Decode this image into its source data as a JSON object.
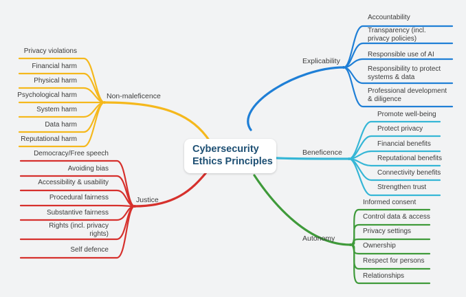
{
  "central_topic": {
    "line1": "Cybersecurity",
    "line2": "Ethics Principles"
  },
  "branches": {
    "explicability": {
      "label": "Explicability",
      "color": "#1f7fd6",
      "items": [
        [
          "Accountability"
        ],
        [
          "Transparency (incl.",
          "privacy policies)"
        ],
        [
          "Responsible use of AI"
        ],
        [
          "Responsibility to protect",
          "systems & data"
        ],
        [
          "Professional development",
          "& diligence"
        ]
      ]
    },
    "beneficence": {
      "label": "Beneficence",
      "color": "#35b6d6",
      "items": [
        [
          "Promote well-being"
        ],
        [
          "Protect privacy"
        ],
        [
          "Financial benefits"
        ],
        [
          "Reputational benefits"
        ],
        [
          "Connectivity benefits"
        ],
        [
          "Strengthen trust"
        ]
      ]
    },
    "autonomy": {
      "label": "Autonomy",
      "color": "#3f9a3a",
      "items": [
        [
          "Informed consent"
        ],
        [
          "Control data & access"
        ],
        [
          "Privacy settings"
        ],
        [
          "Ownership"
        ],
        [
          "Respect for persons"
        ],
        [
          "Relationships"
        ]
      ]
    },
    "non_maleficence": {
      "label": "Non-maleficence",
      "color": "#f5b81c",
      "items": [
        [
          "Privacy violations"
        ],
        [
          "Financial harm"
        ],
        [
          "Physical harm"
        ],
        [
          "Psychological harm"
        ],
        [
          "System harm"
        ],
        [
          "Data harm"
        ],
        [
          "Reputational harm"
        ]
      ]
    },
    "justice": {
      "label": "Justice",
      "color": "#d6302c",
      "items": [
        [
          "Democracy/Free speech"
        ],
        [
          "Avoiding bias"
        ],
        [
          "Accessibility & usability"
        ],
        [
          "Procedural fairness"
        ],
        [
          "Substantive fairness"
        ],
        [
          "Rights (incl. privacy",
          "rights)"
        ],
        [
          "Self defence"
        ]
      ]
    }
  }
}
